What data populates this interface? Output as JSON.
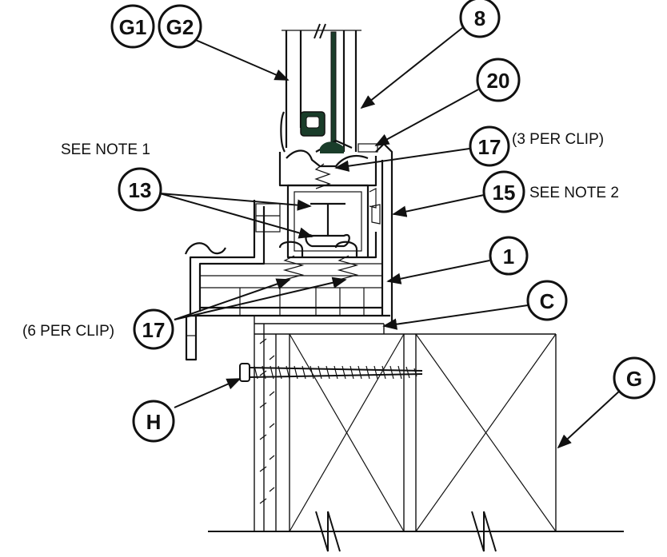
{
  "callouts": {
    "g1": "G1",
    "g2": "G2",
    "c8": "8",
    "c20": "20",
    "c17_top": "17",
    "c13": "13",
    "c15": "15",
    "c1": "1",
    "cC": "C",
    "c17_bottom": "17",
    "cG": "G",
    "cH": "H"
  },
  "notes": {
    "see_note_1": "SEE NOTE 1",
    "three_per_clip": "(3 PER CLIP)",
    "see_note_2": "SEE NOTE 2",
    "six_per_clip": "(6 PER CLIP)"
  },
  "colors": {
    "ink": "#111111",
    "glazing_gasket": "#1a3d2a",
    "background": "#ffffff"
  }
}
